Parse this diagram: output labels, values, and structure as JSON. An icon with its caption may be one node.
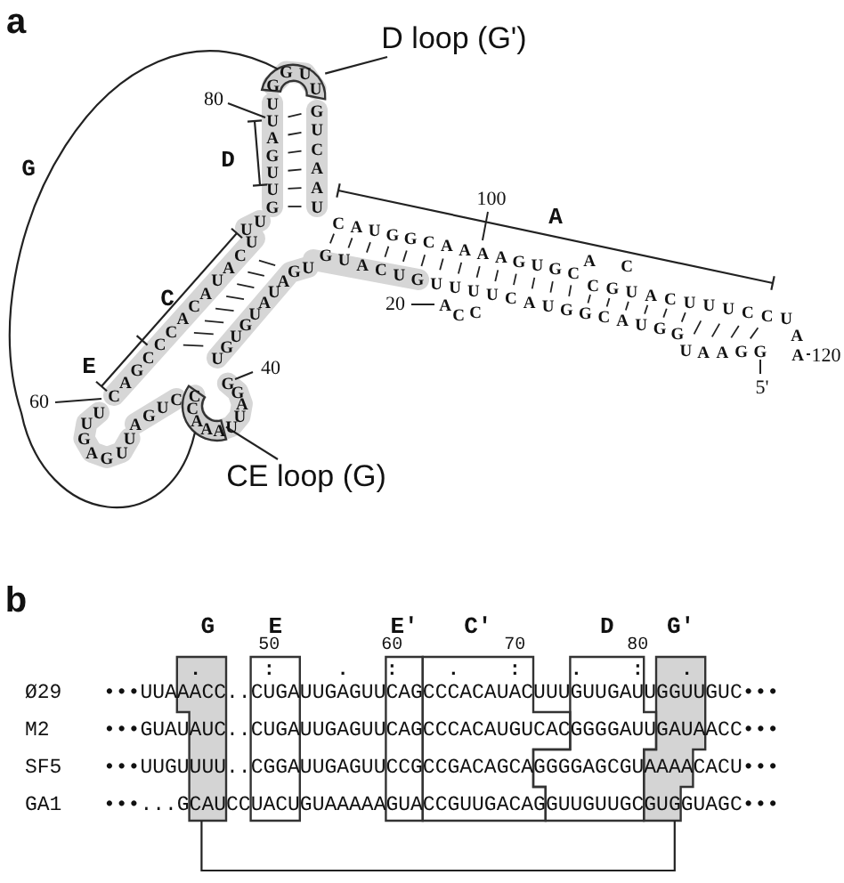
{
  "diagram": {
    "nodes": [
      {
        "text": [
          "D loop (G')"
        ]
      },
      {
        "text": [],
        "shape": "band"
      },
      {
        "text": [
          "CE loop (G)"
        ]
      },
      {
        "text": [],
        "shape": "band"
      },
      {
        "text": [],
        "shape": "box"
      },
      {
        "text": [],
        "shape": "box"
      }
    ],
    "edges": [
      {
        "from": 0,
        "to": 1,
        "arrow": "none"
      },
      {
        "from": 2,
        "to": 3,
        "arrow": "none"
      },
      {
        "from": 1,
        "to": 3,
        "arrow": "none",
        "label": "G"
      },
      {
        "from": 4,
        "to": 5,
        "arrow": "none"
      }
    ],
    "labels": [
      "a",
      "80",
      "D",
      "C",
      "E",
      "60",
      "40",
      "100",
      "A",
      "20",
      "120",
      "5'",
      "U",
      "U",
      "A",
      "G",
      "U",
      "U",
      "G",
      "G",
      "G",
      "U",
      "U",
      "G",
      "U",
      "C",
      "A",
      "A",
      "U",
      "U",
      "U",
      "U",
      "C",
      "A",
      "U",
      "A",
      "C",
      "A",
      "C",
      "C",
      "C",
      "G",
      "A",
      "C",
      "U",
      "U",
      "G",
      "A",
      "G",
      "U",
      "U",
      "A",
      "G",
      "U",
      "C",
      "C",
      "C",
      "A",
      "A",
      "A",
      "U",
      "U",
      "A",
      "G",
      "G",
      "U",
      "G",
      "U",
      "G",
      "U",
      "A",
      "U",
      "A",
      "G",
      "U",
      "G",
      "U",
      "A",
      "C",
      "U",
      "G",
      "U",
      "U",
      "U",
      "U",
      "C",
      "A",
      "U",
      "G",
      "G",
      "C",
      "A",
      "U",
      "G",
      "G",
      "U",
      "A",
      "A",
      "G",
      "G",
      "A",
      "C",
      "C",
      "C",
      "A",
      "U",
      "G",
      "G",
      "C",
      "A",
      "A",
      "A",
      "A",
      "G",
      "U",
      "G",
      "C",
      "A",
      "C",
      "C",
      "G",
      "U",
      "A",
      "C",
      "U",
      "U",
      "U",
      "C",
      "C",
      "U",
      "A",
      "A",
      "b",
      "G",
      "E",
      "E'",
      "C'",
      "D",
      "G'",
      "50",
      "60",
      "70",
      "80",
      ".",
      ":",
      ".",
      ":",
      ".",
      ":",
      ".",
      ":",
      ".",
      "Ø29",
      "•••UUAAACC..CUGAUUGAGUUCAGCCCACAUACUUUGUUGAUUGGUUGUC•••",
      "M2",
      "•••GUAUAUC..CUGAUUGAGUUCAGCCCACAUGUCACGGGGAUUGAUAACC•••",
      "SF5",
      "•••UUGUUUU..CGGAUUGAGUUCCGCCGACAGCAGGGGAGCGUAAAACACU•••",
      "GA1",
      "•••...GCAUCCUACUGUAAAAAGUACCGUUGACAGGUUGUUGCGUGGUAGC•••"
    ]
  }
}
